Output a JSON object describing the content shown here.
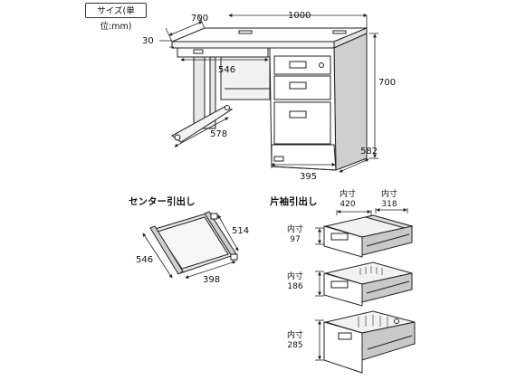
{
  "size_label": "サイズ(単位:mm)",
  "desk": {
    "depth_top": "700",
    "width": "1000",
    "top_thickness": "30",
    "knee_width": "546",
    "height": "700",
    "leg_depth": "578",
    "pedestal_depth": "582",
    "pedestal_width": "395"
  },
  "center_drawer": {
    "title": "センター引出し",
    "depth": "514",
    "width_inner": "398",
    "side": "546"
  },
  "side_drawers": {
    "title": "片袖引出し",
    "inner_depth_label": "内寸",
    "inner_depth_value": "420",
    "inner_width_label": "内寸",
    "inner_width_value": "318",
    "drawers": [
      {
        "label": "内寸",
        "value": "97"
      },
      {
        "label": "内寸",
        "value": "186"
      },
      {
        "label": "内寸",
        "value": "285"
      }
    ]
  }
}
